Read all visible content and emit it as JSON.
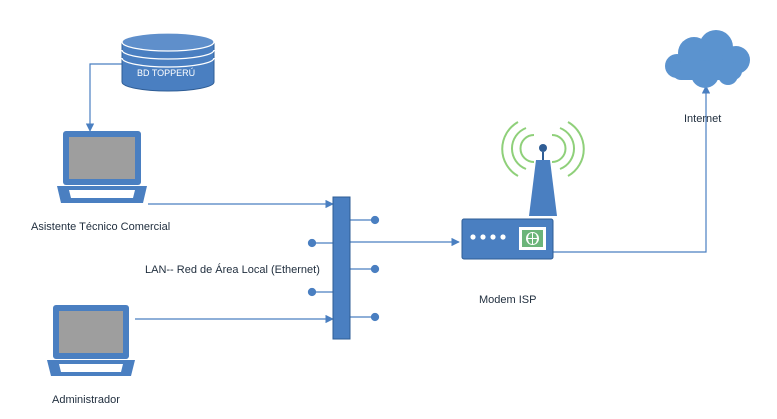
{
  "nodes": {
    "database": {
      "label": "BD TOPPERÚ",
      "icon": "database-icon"
    },
    "cloud": {
      "label": "Internet",
      "icon": "cloud-icon"
    },
    "workstation": {
      "label": "Asistente Técnico Comercial",
      "icon": "laptop-icon"
    },
    "admin": {
      "label": "Administrador",
      "icon": "laptop-icon"
    },
    "switch": {
      "label": "LAN-- Red de Área Local (Ethernet)",
      "icon": "switch-icon"
    },
    "modem": {
      "label": "Modem ISP",
      "icon": "router-icon"
    }
  },
  "colors": {
    "accent": "#4a7fc1",
    "accent_dark": "#2f5d95",
    "screen": "#9e9e9e",
    "wifi": "#8fd07a",
    "cloud": "#5b93cf",
    "router_panel": "#6cb57a"
  }
}
